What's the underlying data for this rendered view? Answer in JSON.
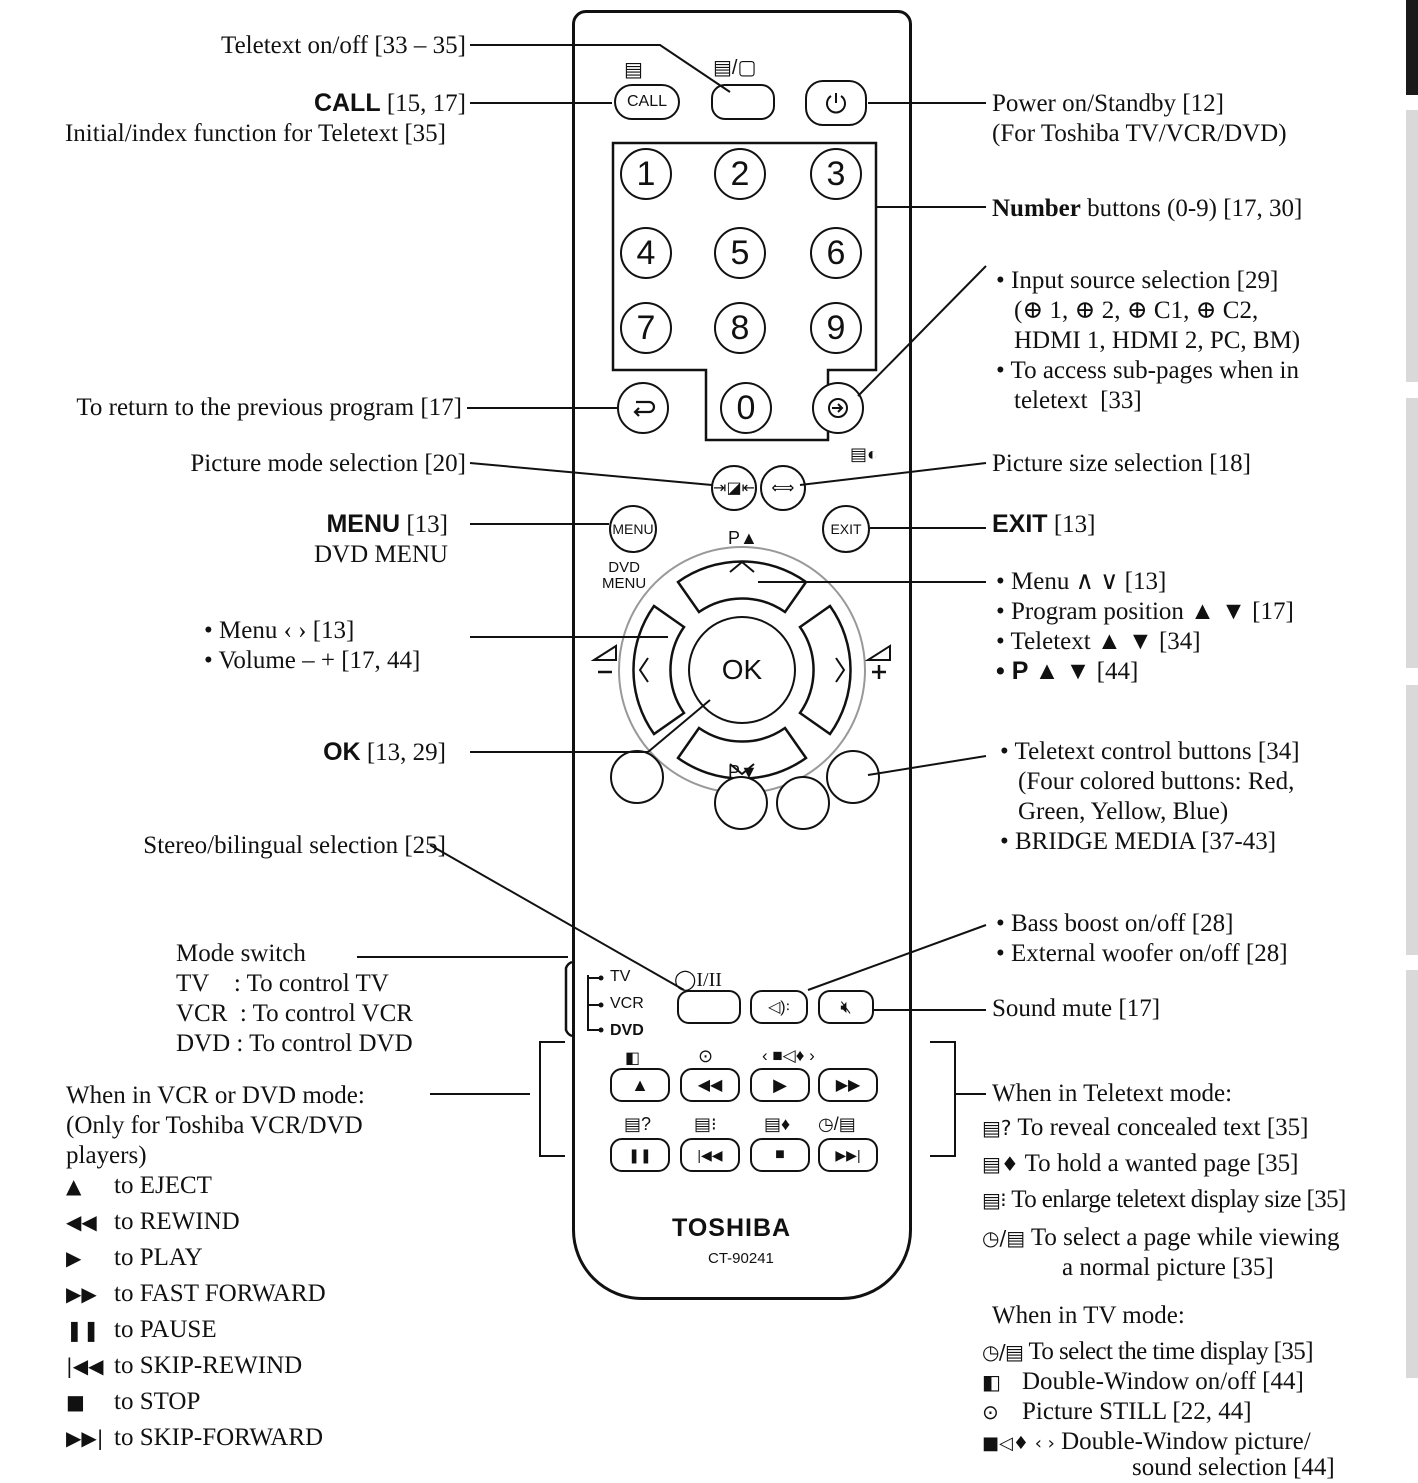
{
  "remote": {
    "brand": "TOSHIBA",
    "model": "CT-90241",
    "numbers": [
      "1",
      "2",
      "3",
      "4",
      "5",
      "6",
      "7",
      "8",
      "9",
      "0"
    ],
    "ok_label": "OK",
    "call_label": "CALL",
    "menu_label": "MENU",
    "exit_label": "EXIT",
    "dvd_menu_label": "DVD\nMENU",
    "p_up_label": "P▲",
    "p_down_label": "P▼",
    "stereo_label": "I/II",
    "mode_labels": [
      "TV",
      "VCR",
      "DVD"
    ]
  },
  "left_annotations": {
    "teletext_onoff": "Teletext on/off [33 – 35]",
    "call_title": "CALL",
    "call_refs": " [15, 17]",
    "call_sub": "Initial/index function for Teletext [35]",
    "return": "To return to the previous program [17]",
    "picture_mode": "Picture mode selection [20]",
    "menu_title": "MENU",
    "menu_refs": " [13]",
    "menu_sub": "DVD MENU",
    "menu_lr": "• Menu ‹ › [13]",
    "volume": "• Volume – + [17, 44]",
    "ok_title": "OK",
    "ok_refs": " [13, 29]",
    "stereo": "Stereo/bilingual selection [25]",
    "mode_switch": "Mode switch",
    "mode_tv": "TV    : To control TV",
    "mode_vcr": "VCR  : To control VCR",
    "mode_dvd": "DVD : To control DVD",
    "vcr_heading_1": "When in VCR or DVD mode:",
    "vcr_heading_2": "(Only for Toshiba VCR/DVD",
    "vcr_heading_3": "players)"
  },
  "vcr_legend": [
    {
      "icon": "eject-icon",
      "symbol": "▲",
      "text": "to EJECT"
    },
    {
      "icon": "rewind-icon",
      "symbol": "◀◀",
      "text": "to REWIND"
    },
    {
      "icon": "play-icon",
      "symbol": "▶",
      "text": "to PLAY"
    },
    {
      "icon": "fast-forward-icon",
      "symbol": "▶▶",
      "text": "to FAST FORWARD"
    },
    {
      "icon": "pause-icon",
      "symbol": "❚❚",
      "text": "to PAUSE"
    },
    {
      "icon": "skip-rewind-icon",
      "symbol": "|◀◀",
      "text": "to SKIP-REWIND"
    },
    {
      "icon": "stop-icon",
      "symbol": "■",
      "text": "to STOP"
    },
    {
      "icon": "skip-forward-icon",
      "symbol": "▶▶|",
      "text": "to SKIP-FORWARD"
    }
  ],
  "right_annotations": {
    "power_1": "Power on/Standby [12]",
    "power_2": "(For Toshiba TV/VCR/DVD)",
    "number_title": "Number",
    "number_rest": " buttons (0-9) [17, 30]",
    "input_1": "• Input source selection [29]",
    "input_2": "(⊕ 1, ⊕ 2, ⊕ C1, ⊕ C2,",
    "input_3": "HDMI 1, HDMI 2, PC, BM)",
    "input_4": "• To access sub-pages when in",
    "input_5": "teletext  [33]",
    "picture_size": "Picture size selection [18]",
    "exit_title": "EXIT",
    "exit_refs": " [13]",
    "menu_ud": "• Menu ∧ ∨ [13]",
    "program_pos": "• Program position ▲ ▼ [17]",
    "teletext_ud": "• Teletext ▲ ▼ [34]",
    "p_ud_title": "• P",
    "p_ud_rest": " ▲ ▼ [44]",
    "tt_ctrl_1": "• Teletext control buttons [34]",
    "tt_ctrl_2": "(Four colored buttons: Red,",
    "tt_ctrl_3": "Green, Yellow, Blue)",
    "tt_ctrl_4": "• BRIDGE MEDIA [37-43]",
    "bass_1": "• Bass boost on/off [28]",
    "bass_2": "• External woofer on/off [28]",
    "mute": "Sound mute [17]",
    "tt_heading": "When in Teletext mode:",
    "tt_reveal": "To reveal concealed text [35]",
    "tt_hold": "To hold a wanted page [35]",
    "tt_enlarge": "To enlarge teletext display size [35]",
    "tt_select_1": "To select a page while viewing",
    "tt_select_2": "a normal picture [35]",
    "tv_heading": "When in TV mode:",
    "tv_time": "To select the time display [35]",
    "tv_double": "Double-Window on/off [44]",
    "tv_still": "Picture STILL [22, 44]",
    "tv_dw_1": "Double-Window picture/",
    "tv_dw_2": "sound selection [44]"
  }
}
